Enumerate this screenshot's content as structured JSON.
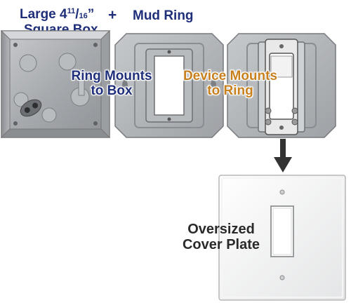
{
  "header": {
    "box_title_line1_prefix": "Large 4",
    "box_title_numerator": "11",
    "box_title_slash": "/",
    "box_title_denominator": "16",
    "box_title_suffix": "”",
    "box_title_line2": "Square Box",
    "plus_sign": "+",
    "mud_ring_title": "Mud Ring"
  },
  "labels": {
    "ring_mounts_line1": "Ring Mounts",
    "ring_mounts_line2": "to Box",
    "device_mounts_line1": "Device Mounts",
    "device_mounts_line2": "to Ring",
    "cover_plate_line1": "Oversized",
    "cover_plate_line2": "Cover Plate"
  },
  "colors": {
    "title_blue": "#1f2f7a",
    "device_orange": "#c8801e",
    "metal_gray": "#a9acb0",
    "arrow_dark": "#333333"
  },
  "icons": {
    "arrow": "arrow-down-icon"
  }
}
